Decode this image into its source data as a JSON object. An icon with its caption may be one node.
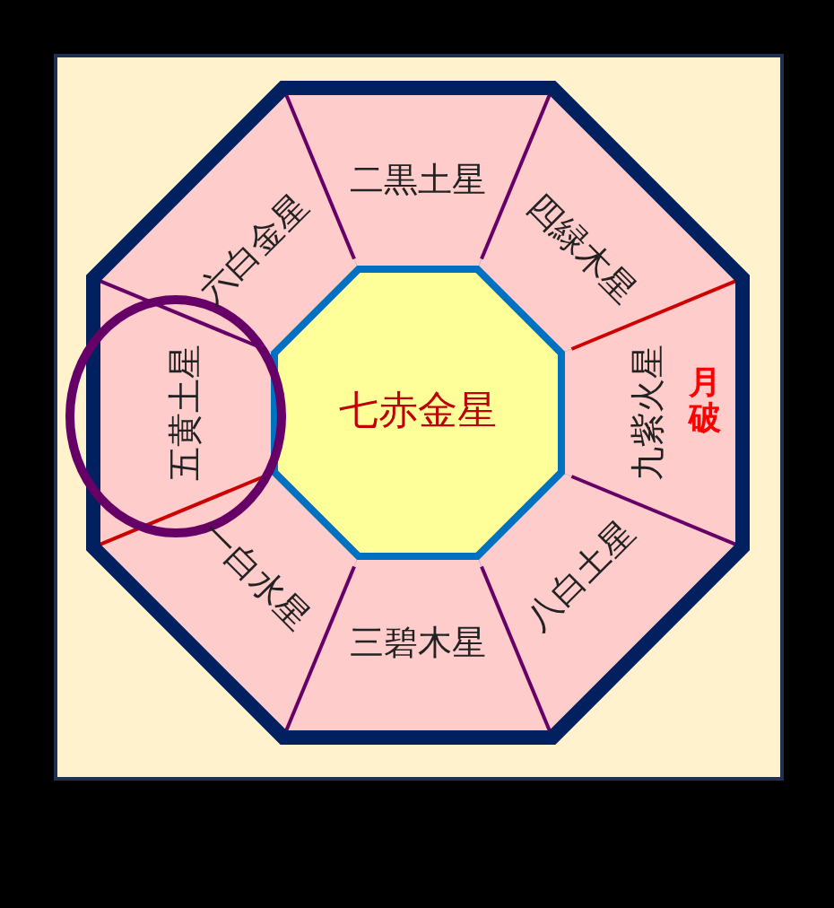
{
  "diagram": {
    "nodes": [
      {
        "text": [
          "七赤金星"
        ]
      },
      {
        "text": [
          "二黒土星"
        ]
      },
      {
        "text": [
          "四緑木星"
        ]
      },
      {
        "text": [
          "九紫火星",
          "月破"
        ]
      },
      {
        "text": [
          "八白土星"
        ]
      },
      {
        "text": [
          "三碧木星"
        ]
      },
      {
        "text": [
          "一白水星"
        ]
      },
      {
        "text": [
          "五黄土星"
        ]
      },
      {
        "text": [
          "六白金星"
        ]
      }
    ]
  }
}
